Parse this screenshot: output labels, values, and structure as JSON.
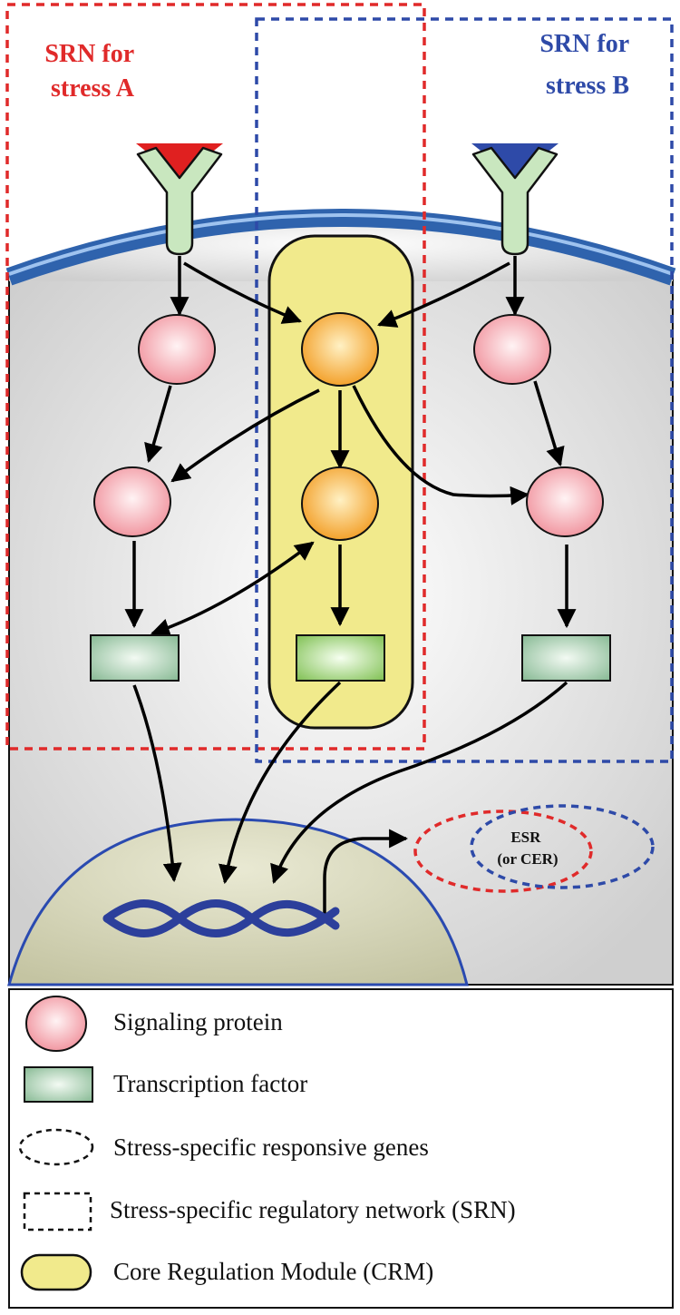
{
  "diagram": {
    "srn_a_label_line1": "SRN for",
    "srn_a_label_line2": "stress A",
    "srn_b_label_line1": "SRN for",
    "srn_b_label_line2": "stress B",
    "esr_label_line1": "ESR",
    "esr_label_line2": "(or CER)"
  },
  "legend": {
    "signaling_protein": "Signaling protein",
    "transcription_factor": "Transcription factor",
    "responsive_genes": "Stress-specific responsive genes",
    "regulatory_network": "Stress-specific regulatory network (SRN)",
    "core_module": "Core Regulation Module (CRM)"
  },
  "colors": {
    "stress_a": "#e02a2a",
    "stress_b": "#2e4aa8",
    "membrane": "#3a6fb8",
    "nucleus": "#cfcfb0",
    "crm": "#f2ea8a",
    "signaling_protein": "#f2a6ae",
    "crm_protein": "#f5a32a",
    "transcription_factor": "#9fcaa8",
    "receptor": "#c9e7bf",
    "dna": "#2c3f9b"
  },
  "icons": {
    "receptor": "y-receptor-icon",
    "dna": "dna-helix-icon"
  }
}
